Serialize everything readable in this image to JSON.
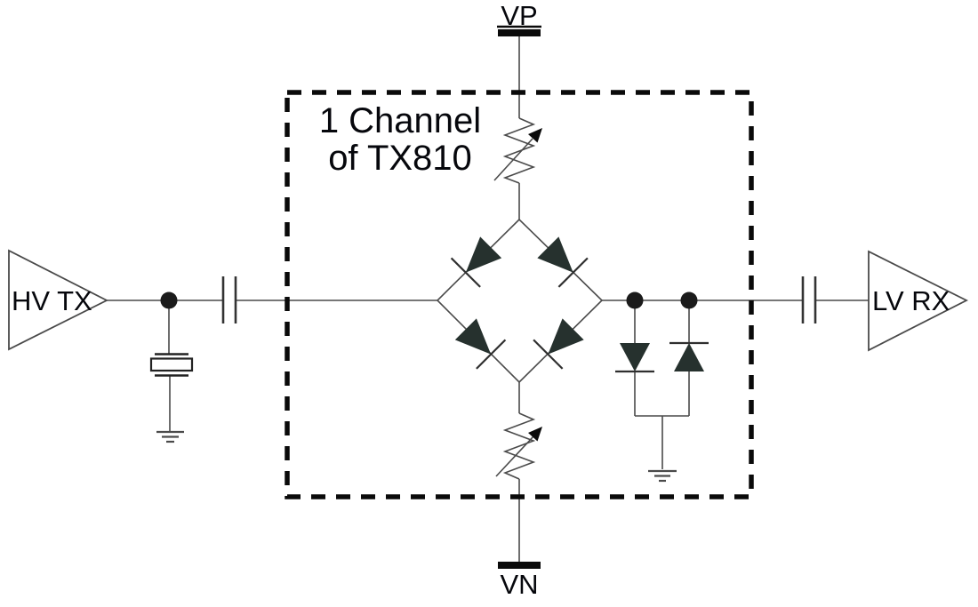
{
  "diagram": {
    "box_title_line1": "1 Channel",
    "box_title_line2": "of TX810",
    "positive_rail_label": "VP",
    "negative_rail_label": "VN",
    "transmitter_label": "HV TX",
    "receiver_label": "LV RX"
  },
  "symbols": {
    "transmitter": "amplifier-triangle-icon",
    "receiver": "amplifier-triangle-icon",
    "bridge": "diode-bridge-icon",
    "top_bias": "variable-resistor-icon",
    "bottom_bias": "variable-resistor-icon",
    "clamp_left": "diode-down-icon",
    "clamp_right": "diode-up-icon",
    "transducer": "crystal-transducer-icon",
    "coupling_left": "capacitor-icon",
    "coupling_right": "capacitor-icon",
    "ground": "ground-icon",
    "supply_rail": "supply-rail-bar-icon"
  },
  "colors": {
    "background": "#ffffff",
    "wire": "#4a4a4a",
    "diode_fill": "#26312e",
    "ink": "#0a0a0a",
    "text": "#06070c"
  }
}
